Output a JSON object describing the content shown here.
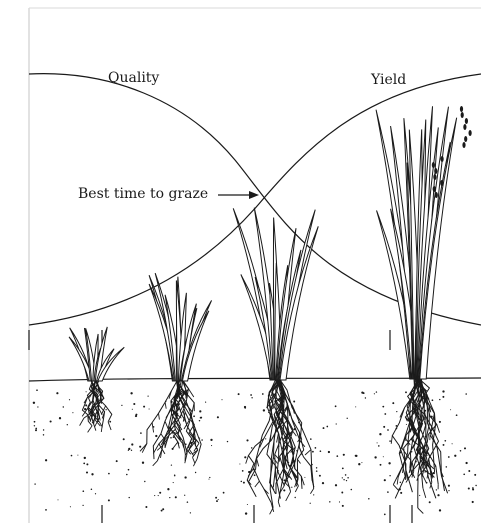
{
  "diagram": {
    "curves": [
      {
        "id": "quality",
        "label": "Quality",
        "trend": "decreasing as plants mature"
      },
      {
        "id": "yield",
        "label": "Yield",
        "trend": "increasing as plants mature"
      }
    ],
    "annotation": {
      "text": "Best time to graze",
      "points_to": "intersection of Quality and Yield curves"
    },
    "growth_stages": 4,
    "colors": {
      "ink": "#1a1a1a",
      "background": "#ffffff",
      "frame": "#cfcfcf"
    }
  }
}
